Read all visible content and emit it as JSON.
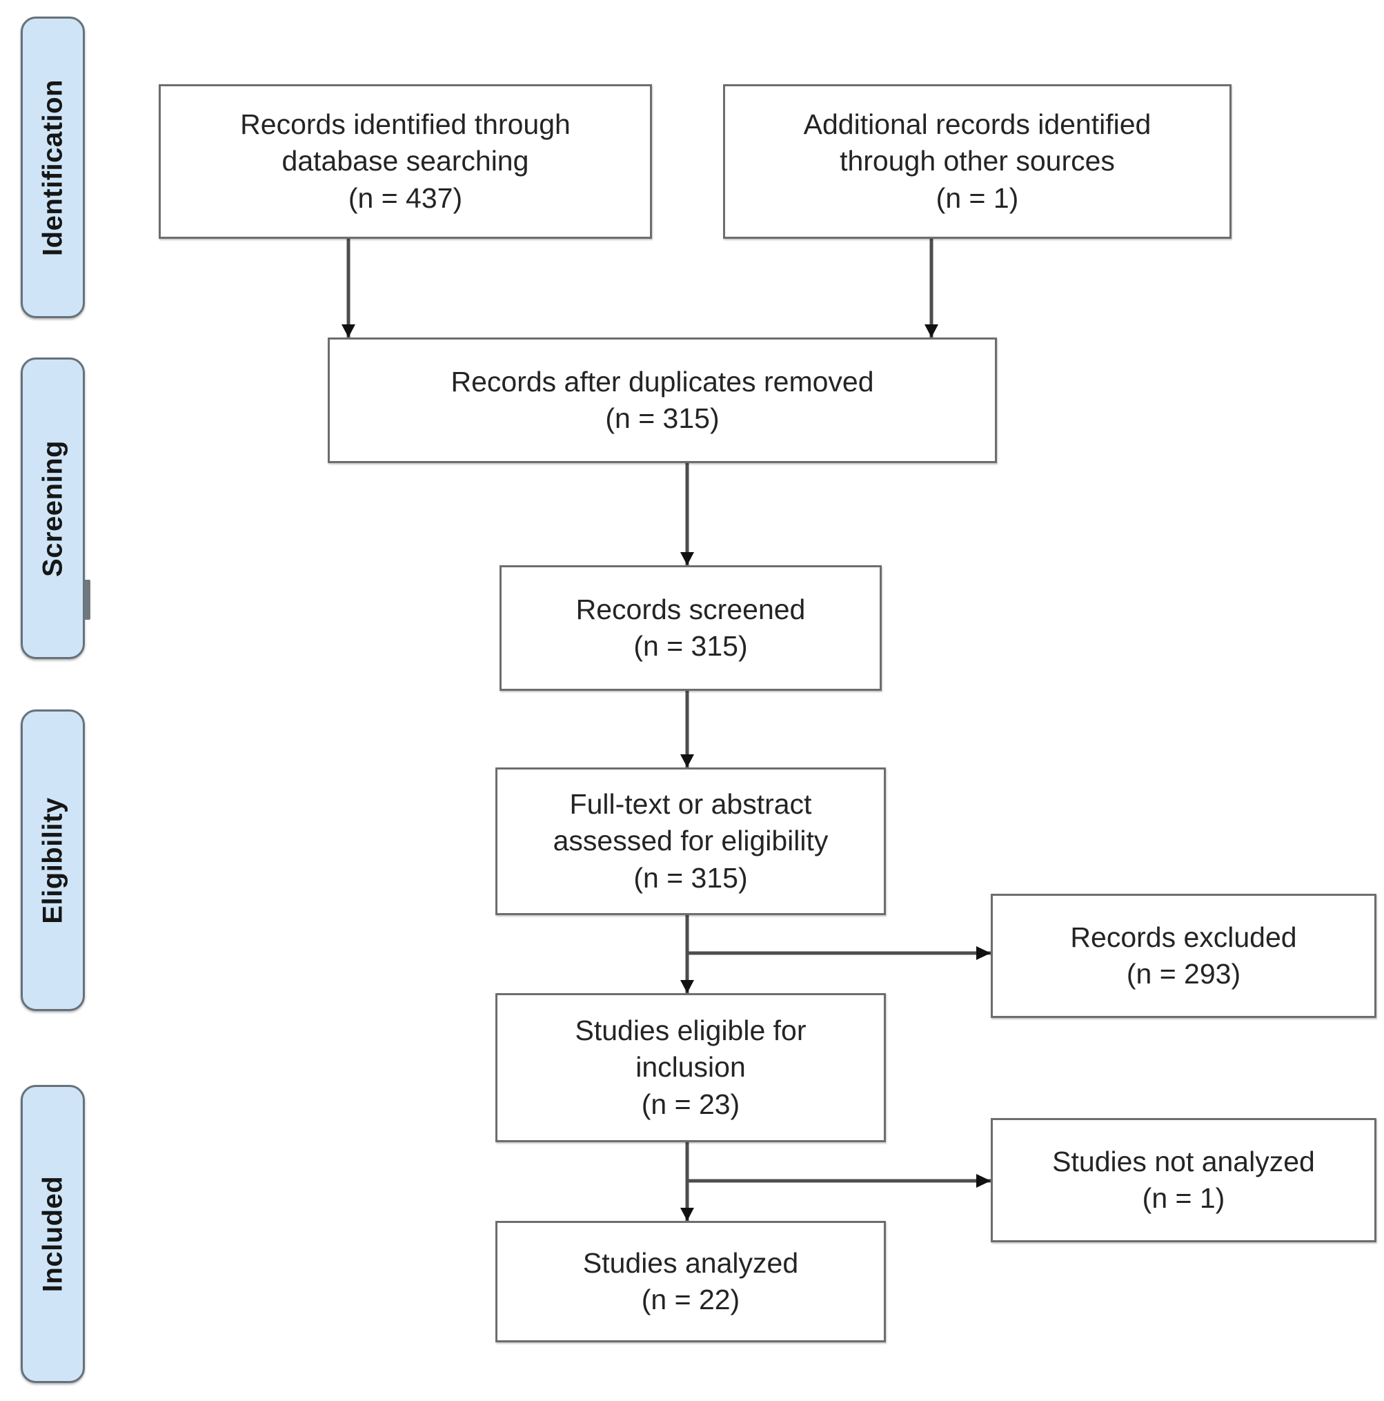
{
  "diagram": {
    "title": "PRISMA study selection flow diagram",
    "colors": {
      "stage_fill": "#cfe5f7",
      "stage_border": "#66717a",
      "box_border": "#6d6d6d",
      "box_fill": "#ffffff",
      "text": "#242424",
      "connector": "#4d4d4d",
      "page_background": "#ffffff"
    },
    "stages": [
      {
        "id": "identification",
        "label": "Identification"
      },
      {
        "id": "screening",
        "label": "Screening"
      },
      {
        "id": "eligibility",
        "label": "Eligibility"
      },
      {
        "id": "included",
        "label": "Included"
      }
    ],
    "boxes": [
      {
        "id": "records-identified-database",
        "line1": "Records identified through",
        "line2": "database searching",
        "count_label": "(n = 437)",
        "n": 437,
        "text": "Records identified through\ndatabase searching\n(n = 437)"
      },
      {
        "id": "additional-records-other-sources",
        "line1": "Additional records identified",
        "line2": "through other sources",
        "count_label": "(n = 1)",
        "n": 1,
        "text": "Additional records identified\nthrough other sources\n(n = 1)"
      },
      {
        "id": "records-after-duplicates-removed",
        "line1": "Records after duplicates removed",
        "count_label": "(n = 315)",
        "n": 315,
        "text": "Records after duplicates removed\n(n = 315)"
      },
      {
        "id": "records-screened",
        "line1": "Records screened",
        "count_label": "(n = 315)",
        "n": 315,
        "text": "Records screened\n(n = 315)"
      },
      {
        "id": "full-text-assessed-for-eligibility",
        "line1": "Full-text or abstract",
        "line2": "assessed for eligibility",
        "count_label": "(n = 315)",
        "n": 315,
        "text": "Full-text or abstract\nassessed for eligibility\n(n = 315)"
      },
      {
        "id": "records-excluded",
        "line1": "Records excluded",
        "count_label": "(n = 293)",
        "n": 293,
        "text": "Records excluded\n(n = 293)"
      },
      {
        "id": "studies-eligible-for-inclusion",
        "line1": "Studies eligible for",
        "line2": "inclusion",
        "count_label": "(n = 23)",
        "n": 23,
        "text": "Studies eligible for\ninclusion\n(n = 23)"
      },
      {
        "id": "studies-not-analyzed",
        "line1": "Studies not analyzed",
        "count_label": "(n = 1)",
        "n": 1,
        "text": "Studies not analyzed\n(n = 1)"
      },
      {
        "id": "studies-analyzed",
        "line1": "Studies analyzed",
        "count_label": "(n = 22)",
        "n": 22,
        "text": "Studies analyzed\n(n = 22)"
      }
    ],
    "connectors": [
      {
        "from": "records-identified-database",
        "to": "records-after-duplicates-removed",
        "direction": "down"
      },
      {
        "from": "additional-records-other-sources",
        "to": "records-after-duplicates-removed",
        "direction": "down"
      },
      {
        "from": "records-after-duplicates-removed",
        "to": "records-screened",
        "direction": "down"
      },
      {
        "from": "records-screened",
        "to": "full-text-assessed-for-eligibility",
        "direction": "down"
      },
      {
        "from": "full-text-assessed-for-eligibility",
        "to": "studies-eligible-for-inclusion",
        "direction": "down"
      },
      {
        "from": "full-text-assessed-for-eligibility",
        "to": "records-excluded",
        "direction": "right"
      },
      {
        "from": "studies-eligible-for-inclusion",
        "to": "studies-analyzed",
        "direction": "down"
      },
      {
        "from": "studies-eligible-for-inclusion",
        "to": "studies-not-analyzed",
        "direction": "right"
      }
    ]
  },
  "chart_data": {
    "type": "diagram",
    "title": "PRISMA flow diagram",
    "nodes": [
      {
        "id": "records-identified-database",
        "label": "Records identified through database searching",
        "n": 437,
        "stage": "Identification"
      },
      {
        "id": "additional-records-other-sources",
        "label": "Additional records identified through other sources",
        "n": 1,
        "stage": "Identification"
      },
      {
        "id": "records-after-duplicates-removed",
        "label": "Records after duplicates removed",
        "n": 315,
        "stage": "Screening"
      },
      {
        "id": "records-screened",
        "label": "Records screened",
        "n": 315,
        "stage": "Screening"
      },
      {
        "id": "full-text-assessed-for-eligibility",
        "label": "Full-text or abstract assessed for eligibility",
        "n": 315,
        "stage": "Eligibility"
      },
      {
        "id": "records-excluded",
        "label": "Records excluded",
        "n": 293,
        "stage": "Eligibility"
      },
      {
        "id": "studies-eligible-for-inclusion",
        "label": "Studies eligible for inclusion",
        "n": 23,
        "stage": "Eligibility"
      },
      {
        "id": "studies-not-analyzed",
        "label": "Studies not analyzed",
        "n": 1,
        "stage": "Included"
      },
      {
        "id": "studies-analyzed",
        "label": "Studies analyzed",
        "n": 22,
        "stage": "Included"
      }
    ],
    "edges": [
      [
        "records-identified-database",
        "records-after-duplicates-removed"
      ],
      [
        "additional-records-other-sources",
        "records-after-duplicates-removed"
      ],
      [
        "records-after-duplicates-removed",
        "records-screened"
      ],
      [
        "records-screened",
        "full-text-assessed-for-eligibility"
      ],
      [
        "full-text-assessed-for-eligibility",
        "records-excluded"
      ],
      [
        "full-text-assessed-for-eligibility",
        "studies-eligible-for-inclusion"
      ],
      [
        "studies-eligible-for-inclusion",
        "studies-not-analyzed"
      ],
      [
        "studies-eligible-for-inclusion",
        "studies-analyzed"
      ]
    ]
  }
}
